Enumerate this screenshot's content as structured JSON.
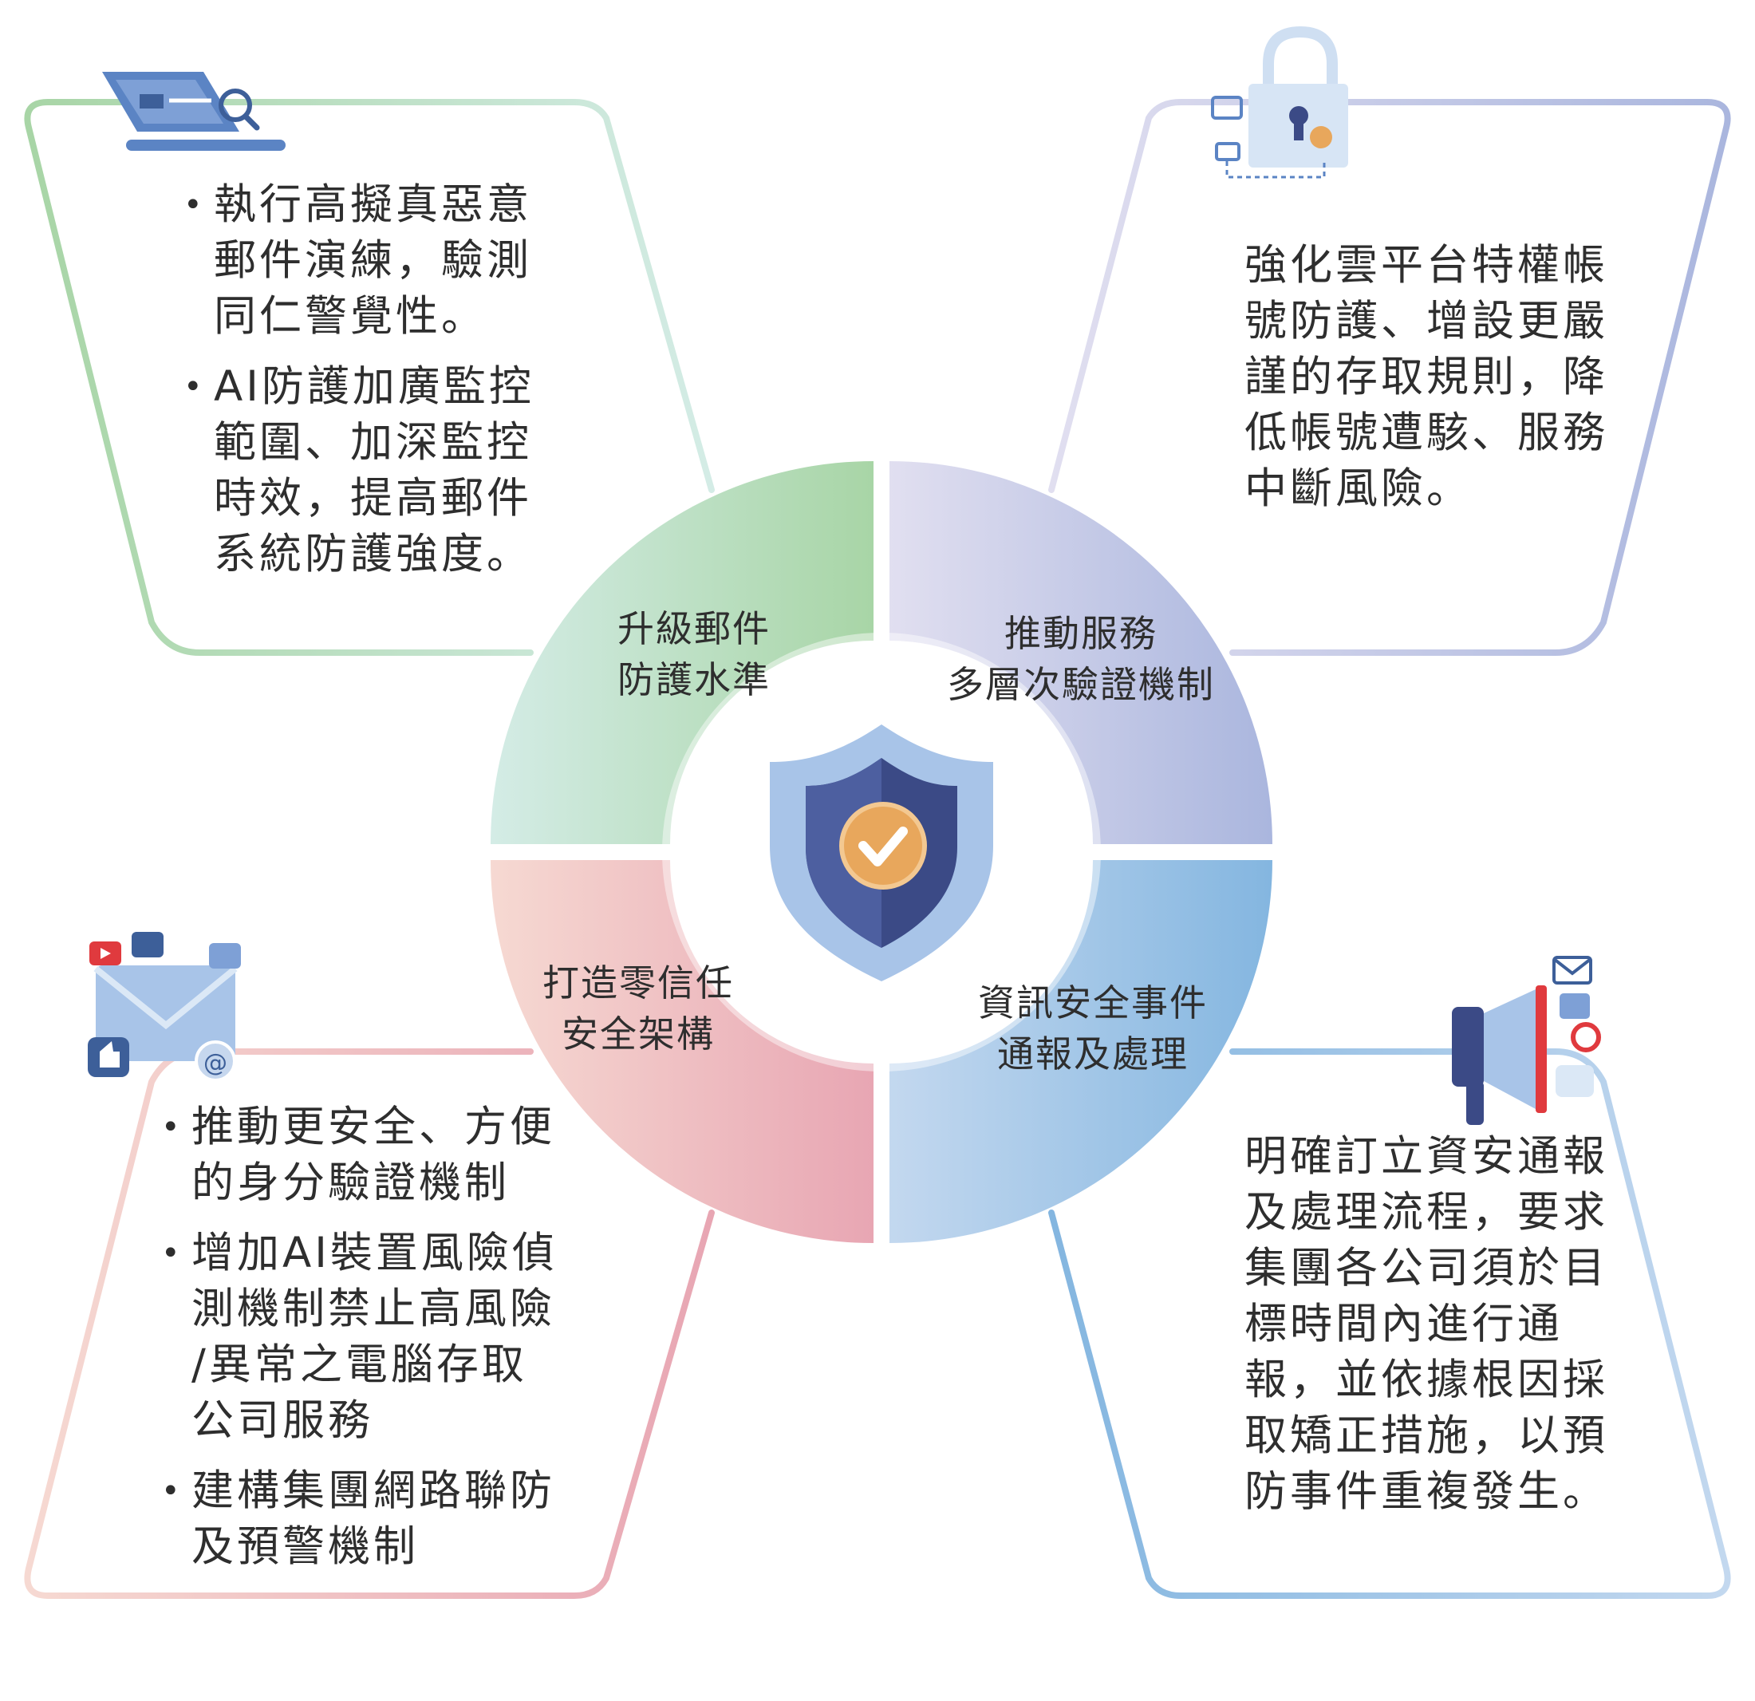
{
  "colors": {
    "green": "#a8d5a6",
    "purple": "#c6c9e6",
    "red": "#e8a6b3",
    "blue": "#84b6e0",
    "shield_dark": "#3b4a86",
    "shield_light": "#a8c4e8",
    "check": "#e8a75c"
  },
  "segments": {
    "top_left": "升級郵件\n防護水準",
    "top_right": "推動服務\n多層次驗證機制",
    "bottom_left": "打造零信任\n安全架構",
    "bottom_right": "資訊安全事件\n通報及處理"
  },
  "panels": {
    "top_left": {
      "icon": "laptop-search-icon",
      "bullets": [
        "執行高擬真惡意\n郵件演練，驗測\n同仁警覺性。",
        "AI防護加廣監控\n範圍、加深監控\n時效，提高郵件\n系統防護強度。"
      ]
    },
    "top_right": {
      "icon": "lock-icon",
      "text": "強化雲平台特權帳\n號防護、增設更嚴\n謹的存取規則，降\n低帳號遭駭、服務\n中斷風險。"
    },
    "bottom_left": {
      "icon": "email-social-icon",
      "bullets": [
        "推動更安全、方便\n的身分驗證機制",
        "增加AI裝置風險偵\n測機制禁止高風險\n/異常之電腦存取\n公司服務",
        "建構集團網路聯防\n及預警機制"
      ]
    },
    "bottom_right": {
      "icon": "megaphone-icon",
      "text": "明確訂立資安通報\n及處理流程，要求\n集團各公司須於目\n標時間內進行通\n報，並依據根因採\n取矯正措施，以預\n防事件重複發生。"
    }
  }
}
